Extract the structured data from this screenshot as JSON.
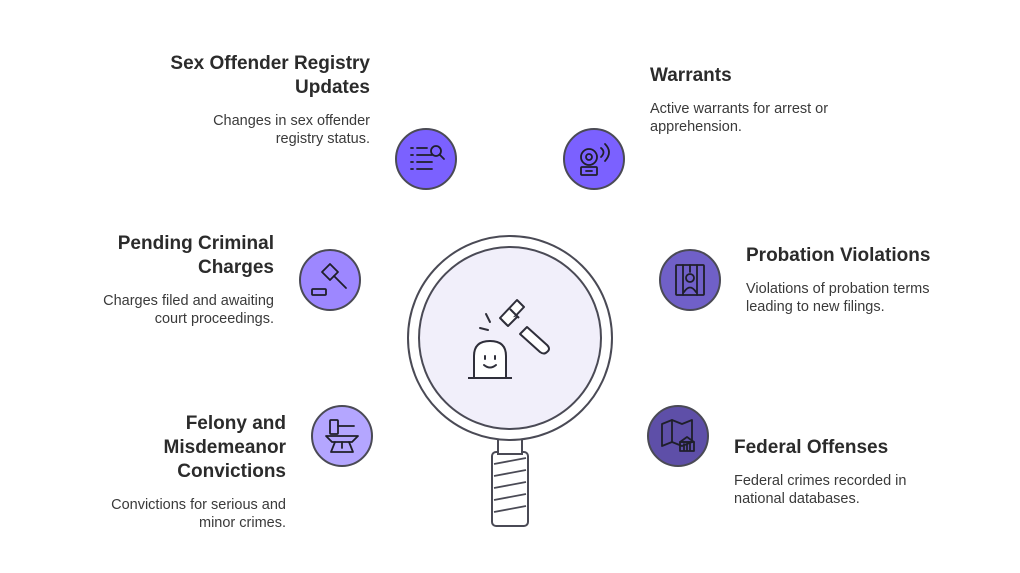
{
  "items": [
    {
      "id": "sex-offender",
      "title": "Sex Offender Registry Updates",
      "title_lines": [
        "Sex Offender Registry",
        "Updates"
      ],
      "desc_lines": [
        "Changes in sex offender",
        "registry status."
      ],
      "icon": "list-search-icon",
      "color": "#7b61ff"
    },
    {
      "id": "warrants",
      "title": "Warrants",
      "title_lines": [
        "Warrants"
      ],
      "desc_lines": [
        "Active warrants for arrest or",
        "apprehension."
      ],
      "icon": "alarm-bell-icon",
      "color": "#7b61ff"
    },
    {
      "id": "pending-charges",
      "title": "Pending Criminal Charges",
      "title_lines": [
        "Pending Criminal",
        "Charges"
      ],
      "desc_lines": [
        "Charges filed and awaiting",
        "court proceedings."
      ],
      "icon": "gavel-icon",
      "color": "#9d87ff"
    },
    {
      "id": "probation",
      "title": "Probation Violations",
      "title_lines": [
        "Probation Violations"
      ],
      "desc_lines": [
        "Violations of probation terms",
        "leading to new filings."
      ],
      "icon": "jail-bars-icon",
      "color": "#7060c8"
    },
    {
      "id": "felony",
      "title": "Felony and Misdemeanor Convictions",
      "title_lines": [
        "Felony and",
        "Misdemeanor",
        "Convictions"
      ],
      "desc_lines": [
        "Convictions for serious and",
        "minor crimes."
      ],
      "icon": "anvil-hammer-icon",
      "color": "#b4a6ff"
    },
    {
      "id": "federal",
      "title": "Federal Offenses",
      "title_lines": [
        "Federal Offenses"
      ],
      "desc_lines": [
        "Federal crimes recorded in",
        "national databases."
      ],
      "icon": "map-courthouse-icon",
      "color": "#5e4fa8"
    }
  ],
  "center": {
    "icon": "magnifier-gavel-icon",
    "lens_fill": "#f1effa",
    "stroke": "#4a4a55"
  }
}
